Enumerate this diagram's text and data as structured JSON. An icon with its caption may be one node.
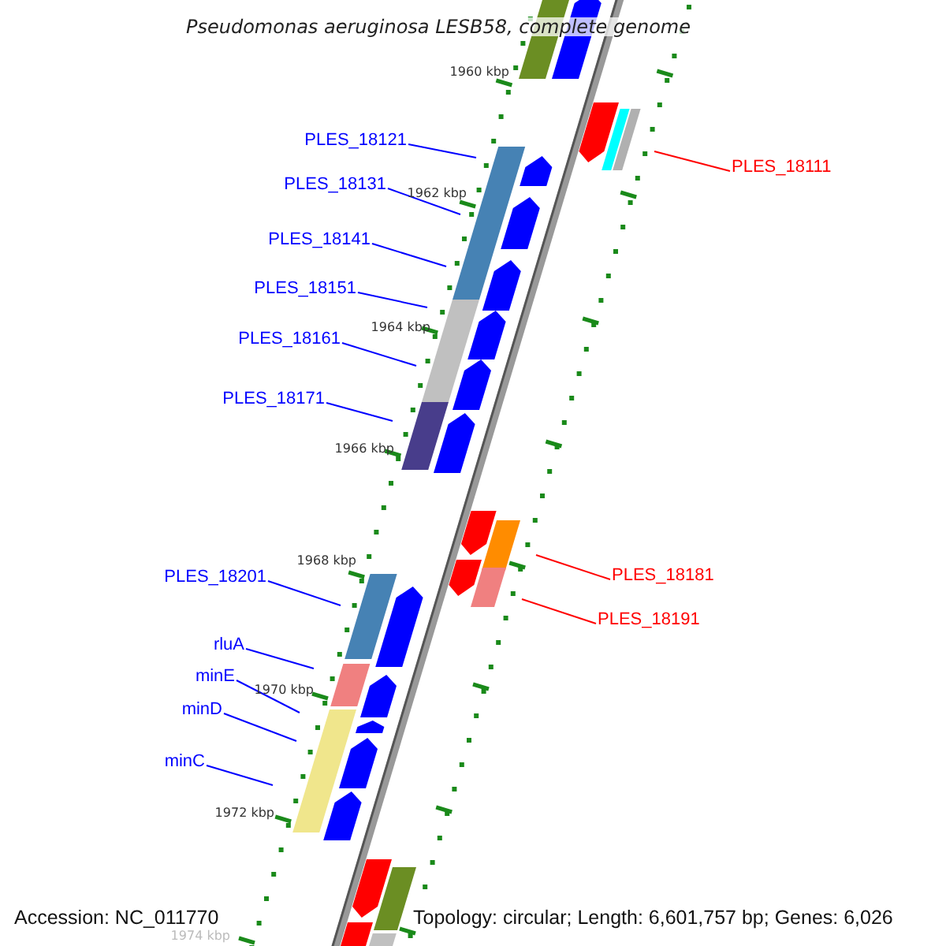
{
  "diagram": {
    "title": "Pseudomonas aeruginosa LESB58, complete genome",
    "nodes": [
      {
        "text": [
          "PLES_18121"
        ]
      },
      {
        "text": [
          "PLES_18111"
        ]
      },
      {
        "text": [
          "PLES_18131"
        ]
      },
      {
        "text": [
          "PLES_18141"
        ]
      },
      {
        "text": [
          "PLES_18151"
        ]
      },
      {
        "text": [
          "PLES_18161"
        ]
      },
      {
        "text": [
          "PLES_18171"
        ]
      },
      {
        "text": [
          "PLES_18181"
        ]
      },
      {
        "text": [
          "PLES_18201"
        ]
      },
      {
        "text": [
          "PLES_18191"
        ]
      },
      {
        "text": [
          "rluA"
        ]
      },
      {
        "text": [
          "minE"
        ]
      },
      {
        "text": [
          "minD"
        ]
      },
      {
        "text": [
          "minC"
        ]
      }
    ],
    "edges": [
      {
        "from": 0,
        "to": null,
        "arrow": "none"
      },
      {
        "from": 1,
        "to": null,
        "arrow": "none",
        "color": "#ff0000"
      },
      {
        "from": 2,
        "to": null,
        "arrow": "none"
      },
      {
        "from": 3,
        "to": null,
        "arrow": "none"
      },
      {
        "from": 4,
        "to": null,
        "arrow": "none"
      },
      {
        "from": 5,
        "to": null,
        "arrow": "none"
      },
      {
        "from": 6,
        "to": null,
        "arrow": "none"
      },
      {
        "from": 7,
        "to": null,
        "arrow": "none",
        "color": "#ff0000"
      },
      {
        "from": 8,
        "to": null,
        "arrow": "none"
      },
      {
        "from": 9,
        "to": null,
        "arrow": "none",
        "color": "#ff0000"
      },
      {
        "from": 10,
        "to": null,
        "arrow": "none"
      },
      {
        "from": 11,
        "to": null,
        "arrow": "none"
      },
      {
        "from": 12,
        "to": null,
        "arrow": "none"
      },
      {
        "from": 13,
        "to": null,
        "arrow": "none"
      }
    ],
    "labels": [
      "1960 kbp",
      "1962 kbp",
      "1964 kbp",
      "1966 kbp",
      "1968 kbp",
      "1970 kbp",
      "1972 kbp",
      "1974 kbp",
      "Accession: NC_011770",
      "Topology: circular; Length: 6,601,757 bp; Genes: 6,026"
    ]
  }
}
